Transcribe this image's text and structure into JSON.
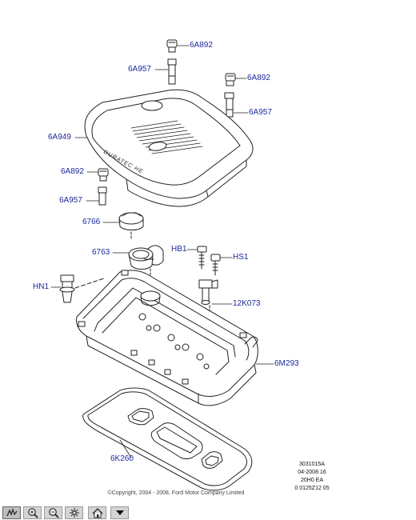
{
  "callouts": [
    {
      "id": "c1",
      "text": "6A892"
    },
    {
      "id": "c2",
      "text": "6A957"
    },
    {
      "id": "c3",
      "text": "6A892"
    },
    {
      "id": "c4",
      "text": "6A957"
    },
    {
      "id": "c5",
      "text": "6A949"
    },
    {
      "id": "c6",
      "text": "6A892"
    },
    {
      "id": "c7",
      "text": "6A957"
    },
    {
      "id": "c8",
      "text": "6766"
    },
    {
      "id": "c9",
      "text": "HB1"
    },
    {
      "id": "c10",
      "text": "HS1"
    },
    {
      "id": "c11",
      "text": "6763"
    },
    {
      "id": "c12",
      "text": "HN1"
    },
    {
      "id": "c13",
      "text": "12K073"
    },
    {
      "id": "c14",
      "text": "6M293"
    },
    {
      "id": "c15",
      "text": "6K260"
    }
  ],
  "cover_text": "DURATEC HE",
  "reference": {
    "line1": "3031015A",
    "line2": "04-2008 16",
    "line3": "20H0 EA",
    "line4": "0 0125Z12 05"
  },
  "copyright": "©Copyright, 2004 - 2008, Ford Motor Company Limited",
  "toolbar": [
    {
      "name": "pan-icon",
      "active": true
    },
    {
      "name": "zoom-in-icon",
      "active": false
    },
    {
      "name": "zoom-out-icon",
      "active": false
    },
    {
      "name": "fit-icon",
      "active": false
    },
    {
      "name": "home-icon",
      "active": false
    },
    {
      "name": "menu-icon",
      "active": false
    }
  ],
  "colors": {
    "callout": "#1a2a9a",
    "line": "#222222"
  }
}
